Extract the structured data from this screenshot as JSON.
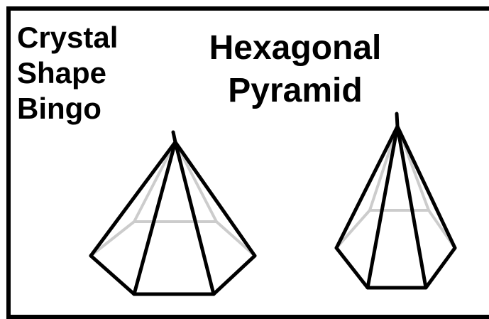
{
  "bingo_card": {
    "corner_title": [
      "Crystal",
      "Shape",
      "Bingo"
    ],
    "shape_name": [
      "Hexagonal",
      "Pyramid"
    ]
  },
  "colors": {
    "background": "#ffffff",
    "border": "#000000",
    "text": "#000000",
    "visible_edge": "#000000",
    "hidden_edge": "#cccccc"
  },
  "illustrations": {
    "pyramid_left_icon": "hexagonal-pyramid-icon",
    "pyramid_right_icon": "hexagonal-pyramid-icon"
  }
}
